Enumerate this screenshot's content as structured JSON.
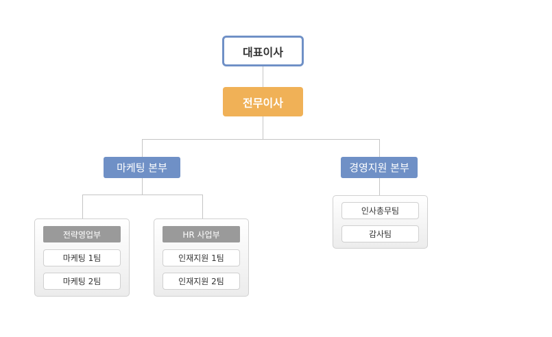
{
  "ceo": "대표이사",
  "vp": "전무이사",
  "marketing": {
    "label": "마케팅 본부",
    "strategy": {
      "label": "전략영업부",
      "teams": [
        "마케팅 1팀",
        "마케팅 2팀"
      ]
    },
    "hr": {
      "label": "HR 사업부",
      "teams": [
        "인재지원 1팀",
        "인재지원 2팀"
      ]
    }
  },
  "management": {
    "label": "경영지원 본부",
    "teams": [
      "인사총무팀",
      "감사팀"
    ]
  },
  "colors": {
    "ceo_border": "#6f90c6",
    "vp_fill": "#f0b157",
    "division_fill": "#6f90c6",
    "dept_fill": "#9a9a9a",
    "connector": "#c4c4c4"
  }
}
